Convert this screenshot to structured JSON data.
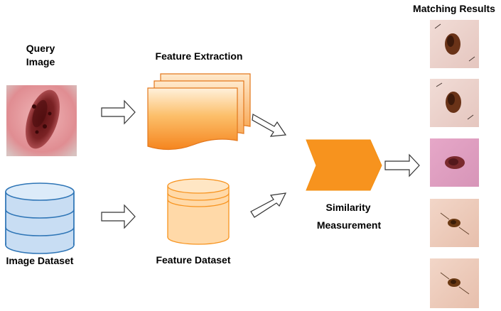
{
  "labels": {
    "query_line1": "Query",
    "query_line2": "Image",
    "feature_extraction": "Feature Extraction",
    "image_dataset": "Image Dataset",
    "feature_dataset": "Feature Dataset",
    "similarity_line1": "Similarity",
    "similarity_line2": "Measurement",
    "matching_results": "Matching Results"
  },
  "colors": {
    "orange": "#f7931e",
    "orange_light": "#fbb040",
    "orange_pale": "#fde0b8",
    "peach": "#ffd9a8",
    "blue_fill": "#c8ddf3",
    "blue_stroke": "#2e75b6",
    "skin_pink": "#e7a3a6",
    "lesion_dark": "#6b1a1c"
  },
  "icons": {
    "query_image": "skin-lesion-image",
    "feature_extraction": "stacked-documents-icon",
    "image_dataset": "database-cylinder-icon",
    "feature_dataset": "database-cylinder-icon",
    "similarity_measurement": "chevron-shape-icon",
    "arrows": "outline-arrow-icon"
  }
}
